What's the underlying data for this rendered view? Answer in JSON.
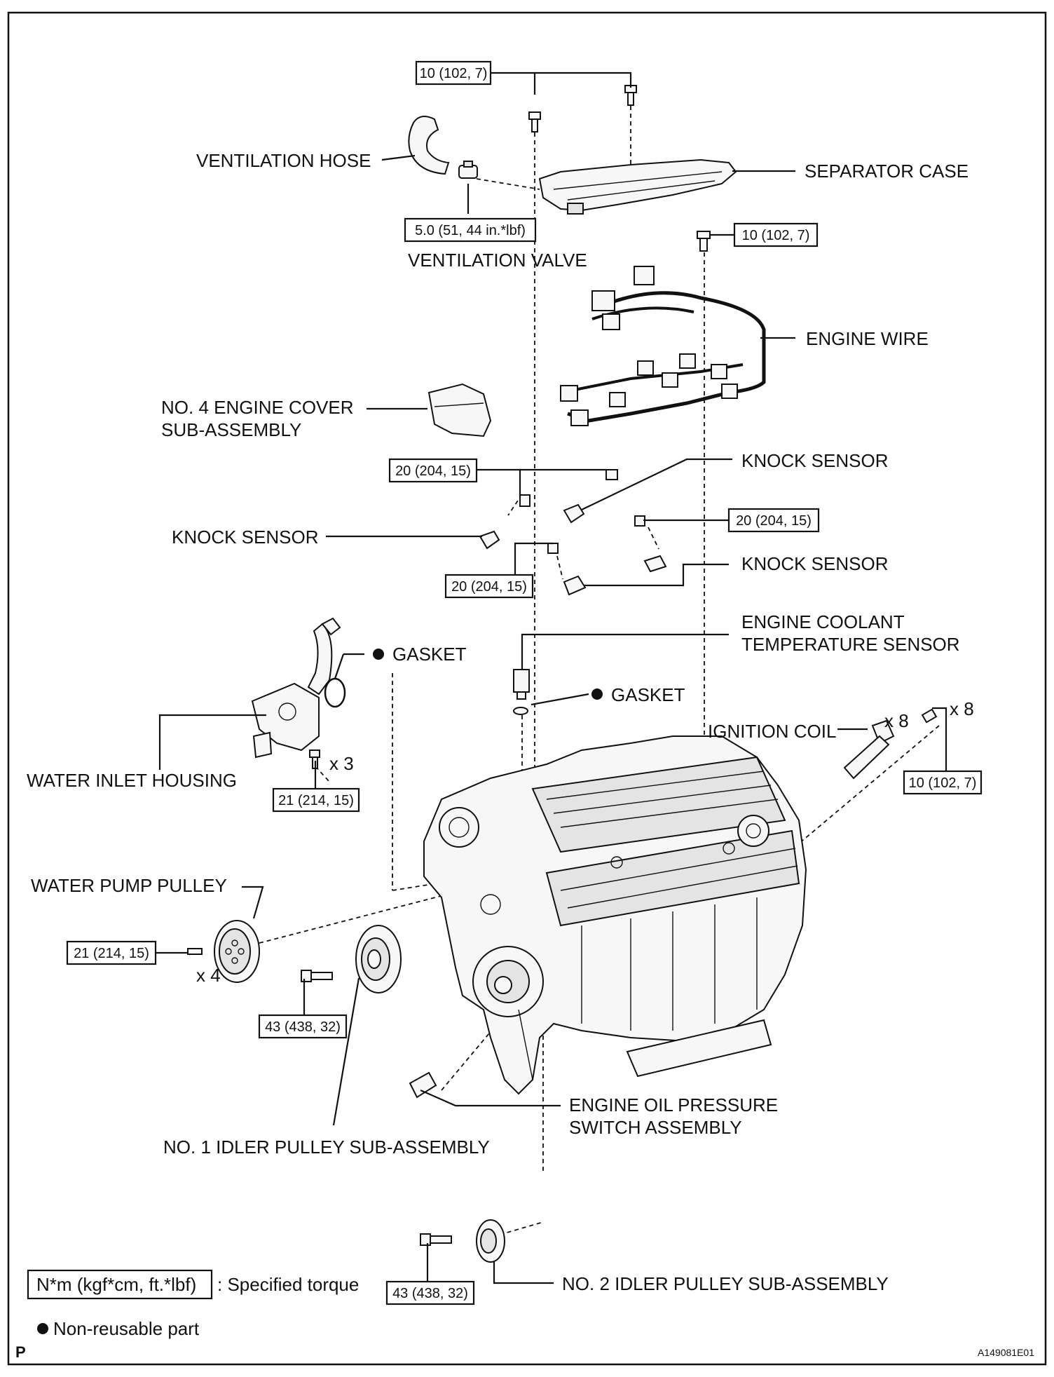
{
  "labels": {
    "ventilation_hose": "VENTILATION HOSE",
    "separator_case": "SEPARATOR CASE",
    "ventilation_valve": "VENTILATION VALVE",
    "engine_wire": "ENGINE WIRE",
    "no4_cover_l1": "NO. 4 ENGINE COVER",
    "no4_cover_l2": "SUB-ASSEMBLY",
    "knock_sensor_top": "KNOCK SENSOR",
    "knock_sensor_left": "KNOCK SENSOR",
    "knock_sensor_right": "KNOCK SENSOR",
    "ect_l1": "ENGINE COOLANT",
    "ect_l2": "TEMPERATURE SENSOR",
    "gasket_1": "GASKET",
    "gasket_2": "GASKET",
    "ignition_coil": "IGNITION COIL",
    "water_inlet_housing": "WATER INLET HOUSING",
    "water_pump_pulley": "WATER PUMP PULLEY",
    "oil_pressure_l1": "ENGINE OIL PRESSURE",
    "oil_pressure_l2": "SWITCH ASSEMBLY",
    "no1_idler": "NO. 1 IDLER PULLEY SUB-ASSEMBLY",
    "no2_idler": "NO. 2 IDLER PULLEY SUB-ASSEMBLY"
  },
  "torques": {
    "separator_bolts": "10 (102, 7)",
    "ventilation_valve": "5.0 (51, 44 in.*lbf)",
    "engine_wire_bolt": "10 (102, 7)",
    "knock_top": "20 (204, 15)",
    "knock_right": "20 (204, 15)",
    "knock_lower": "20 (204, 15)",
    "water_inlet": "21 (214, 15)",
    "ignition_coil": "10 (102, 7)",
    "water_pump_pulley": "21 (214, 15)",
    "no1_idler": "43 (438, 32)",
    "no2_idler": "43 (438, 32)"
  },
  "quantities": {
    "water_inlet_bolts": "x 3",
    "ignition_coil": "x 8",
    "ignition_coil_bolts": "x 8",
    "water_pump_bolts": "x 4"
  },
  "legend": {
    "torque_unit": "N*m (kgf*cm, ft.*lbf)",
    "torque_text": ": Specified torque",
    "non_reusable": "Non-reusable part"
  },
  "footer": {
    "left": "P",
    "right": "A149081E01"
  }
}
